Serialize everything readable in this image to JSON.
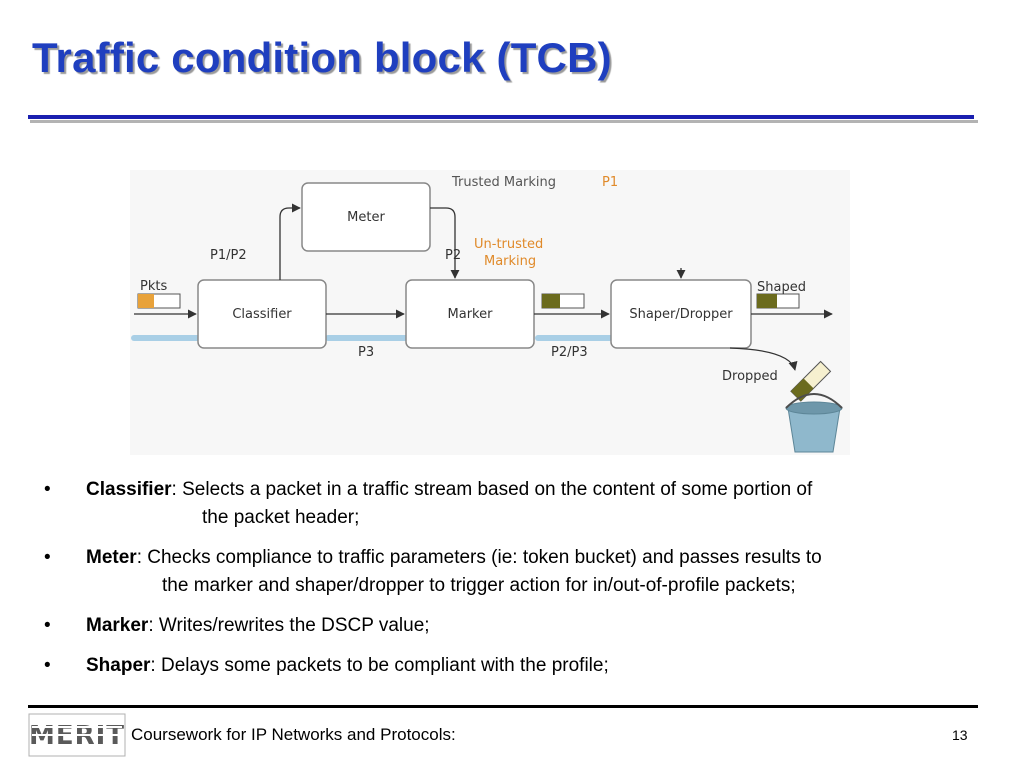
{
  "slide": {
    "title": "Traffic condition block (TCB)"
  },
  "diagram": {
    "blocks": {
      "meter": "Meter",
      "classifier": "Classifier",
      "marker": "Marker",
      "shaper": "Shaper/Dropper"
    },
    "labels": {
      "trusted": "Trusted Marking",
      "p1_trusted": "P1",
      "untrusted_line1": "Un-trusted",
      "untrusted_line2": "Marking",
      "p1p2": "P1/P2",
      "p2": "P2",
      "pkts": "Pkts",
      "shaped": "Shaped",
      "p3": "P3",
      "p2p3": "P2/P3",
      "dropped": "Dropped"
    }
  },
  "bullets": [
    {
      "term": "Classifier",
      "text": ": Selects a packet in a traffic stream based on the content of some portion of",
      "cont": "the packet header;"
    },
    {
      "term": "Meter",
      "text": ": Checks compliance to traffic parameters (ie: token bucket) and passes results to",
      "cont": "the marker and shaper/dropper to trigger action for in/out-of-profile packets;"
    },
    {
      "term": "Marker",
      "text": ": Writes/rewrites the DSCP value;"
    },
    {
      "term": "Shaper",
      "text": ": Delays some packets to be compliant with the profile;"
    }
  ],
  "footer": {
    "logo_text": "MERIT",
    "text": "Coursework for IP Networks and Protocols:",
    "page": "13"
  },
  "colors": {
    "title": "#1f3fbf",
    "title_rule": "#1a1fb0",
    "accent_orange": "#e8a23a",
    "packet_olive": "#6b6b1e",
    "stream_blue": "#a9cfe6",
    "bucket": "#8fb8cc"
  }
}
